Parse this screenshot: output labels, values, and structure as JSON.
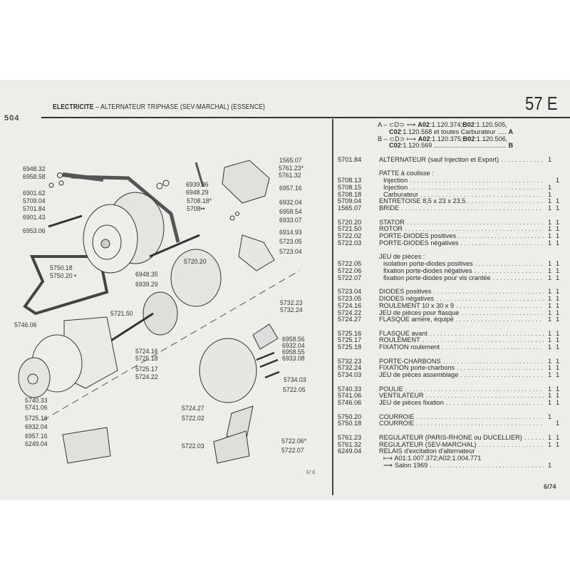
{
  "header": {
    "title_bold": "ELECTRICITE",
    "title_rest": " – ALTERNATEUR TRIPHASE (SEV-MARCHAL) (ESSENCE)",
    "section_code": "57 E",
    "model": "504"
  },
  "diagram_labels": [
    "6948.32",
    "6958.58",
    "6901.62",
    "5709.04",
    "5701.84",
    "6901.43",
    "6953.06",
    "5750.18",
    "5750.20 •",
    "6948.35",
    "6939.29",
    "1565.07",
    "5761.23*",
    "5761.32",
    "6939.36",
    "6948.29",
    "5708.18*",
    "5708••",
    "6957.16",
    "6932.04",
    "6958.54",
    "6933.07",
    "6914.93",
    "5723.05",
    "5723.04",
    "5720.20",
    "5746.06",
    "5721.50",
    "5724.16",
    "5725.18",
    "5725.17",
    "5724.22",
    "5740.33",
    "5741.06",
    "5725.16",
    "6932.04",
    "6957.16",
    "6249.04",
    "5732.23",
    "5732.24",
    "6958.56",
    "6932.04",
    "6958.55",
    "6933.08",
    "5734.03",
    "5722.05",
    "5724.27",
    "5722.02",
    "5722.03",
    "5722.06*",
    "5722.07"
  ],
  "diagram_footer": "57 E",
  "variants": {
    "a_line1": [
      "A – ",
      "⊂D⊃ ⟶ ",
      "A02",
      ":1.120.374;",
      "B02",
      ":1.120.505,"
    ],
    "a_line2": [
      "C02",
      ":1.120.568 et toutes Carburateur ..... ",
      "A"
    ],
    "b_line1": [
      "B – ",
      "⊂D⊃ ⟼ ",
      "A02",
      ":1.120.375;",
      "B02",
      ":1.120.506,"
    ],
    "b_line2": [
      "C02",
      ":1.120.569 ........................................ ",
      "B"
    ]
  },
  "groups": [
    [
      {
        "ref": "5701.84",
        "label": "ALTERNATEUR (sauf Injection et Export)",
        "qa": "1",
        "qb": ""
      }
    ],
    [
      {
        "ref": "",
        "label": "PATTE à coulisse :",
        "qa": "",
        "qb": "",
        "nodots": true
      },
      {
        "ref": "5708.13",
        "label": "Injection",
        "qa": "",
        "qb": "1",
        "sub": true
      },
      {
        "ref": "5708.15",
        "label": "Injection",
        "qa": "1",
        "qb": "",
        "sub": true
      },
      {
        "ref": "5708.18",
        "label": "Carburateur",
        "qa": "1",
        "qb": "",
        "sub": true
      },
      {
        "ref": "5709.04",
        "label": "ENTRETOISE 8,5 x 23 x 23,5",
        "qa": "1",
        "qb": "1"
      },
      {
        "ref": "1565.07",
        "label": "BRIDE",
        "qa": "1",
        "qb": "1"
      }
    ],
    [
      {
        "ref": "5720.20",
        "label": "STATOR",
        "qa": "1",
        "qb": "1"
      },
      {
        "ref": "5721.50",
        "label": "ROTOR",
        "qa": "1",
        "qb": "1"
      },
      {
        "ref": "5722.02",
        "label": "PORTE-DIODES positives",
        "qa": "1",
        "qb": "1"
      },
      {
        "ref": "5722.03",
        "label": "PORTE-DIODES négatives",
        "qa": "1",
        "qb": "1"
      }
    ],
    [
      {
        "ref": "",
        "label": "JEU de pièces :",
        "qa": "",
        "qb": "",
        "nodots": true
      },
      {
        "ref": "5722.05",
        "label": "isolation porte-diodes positives",
        "qa": "1",
        "qb": "1",
        "sub": true
      },
      {
        "ref": "5722.06",
        "label": "fixation porte-diodes négatives",
        "qa": "1",
        "qb": "1",
        "sub": true
      },
      {
        "ref": "5722.07",
        "label": "fixation porte-diodes pour vis crantée",
        "qa": "1",
        "qb": "1",
        "sub": true
      }
    ],
    [
      {
        "ref": "5723.04",
        "label": "DIODES positives",
        "qa": "1",
        "qb": "1"
      },
      {
        "ref": "5723.05",
        "label": "DIODES négatives",
        "qa": "1",
        "qb": "1"
      },
      {
        "ref": "5724.16",
        "label": "ROULEMENT 10 x 30 x 9",
        "qa": "1",
        "qb": "1"
      },
      {
        "ref": "5724.22",
        "label": "JEU de pièces pour flasque",
        "qa": "1",
        "qb": "1"
      },
      {
        "ref": "5724.27",
        "label": "FLASQUE arrière, équipé",
        "qa": "1",
        "qb": "1"
      }
    ],
    [
      {
        "ref": "5725.16",
        "label": "FLASQUE avant",
        "qa": "1",
        "qb": "1"
      },
      {
        "ref": "5725.17",
        "label": "ROULEMENT",
        "qa": "1",
        "qb": "1"
      },
      {
        "ref": "5725.18",
        "label": "FIXATION roulement",
        "qa": "1",
        "qb": "1"
      }
    ],
    [
      {
        "ref": "5732.23",
        "label": "PORTE-CHARBONS",
        "qa": "1",
        "qb": "1"
      },
      {
        "ref": "5732.24",
        "label": "FIXATION porte-charbons",
        "qa": "1",
        "qb": "1"
      },
      {
        "ref": "5734.03",
        "label": "JEU de pièces assemblage",
        "qa": "1",
        "qb": "1"
      }
    ],
    [
      {
        "ref": "5740.33",
        "label": "POULIE",
        "qa": "1",
        "qb": "1"
      },
      {
        "ref": "5741.06",
        "label": "VENTILATEUR",
        "qa": "1",
        "qb": "1"
      },
      {
        "ref": "5746.06",
        "label": "JEU de pièces fixation",
        "qa": "1",
        "qb": "1"
      }
    ],
    [
      {
        "ref": "5750.20",
        "label": "COURROIE",
        "qa": "1",
        "qb": ""
      },
      {
        "ref": "5750.18",
        "label": "COURROIE",
        "qa": "",
        "qb": "1"
      }
    ],
    [
      {
        "ref": "5761.23",
        "label": "REGULATEUR (PARIS-RHONE ou DUCELLIER)",
        "qa": "1",
        "qb": "1"
      },
      {
        "ref": "5761.32",
        "label": "REGULATEUR (SEV-MARCHAL)",
        "qa": "1",
        "qb": "1"
      },
      {
        "ref": "6249.04",
        "label": "RELAIS d'excitation d'alternateur",
        "qa": "",
        "qb": "",
        "nodots": true
      },
      {
        "ref": "",
        "label": "⟼ A01:1.007.372;A02:1.004.771",
        "qa": "",
        "qb": "",
        "nodots": true,
        "sub": true
      },
      {
        "ref": "",
        "label": "⟶ Salon 1969",
        "qa": "1",
        "qb": "",
        "sub": true
      }
    ]
  ],
  "page_number": "6/74"
}
